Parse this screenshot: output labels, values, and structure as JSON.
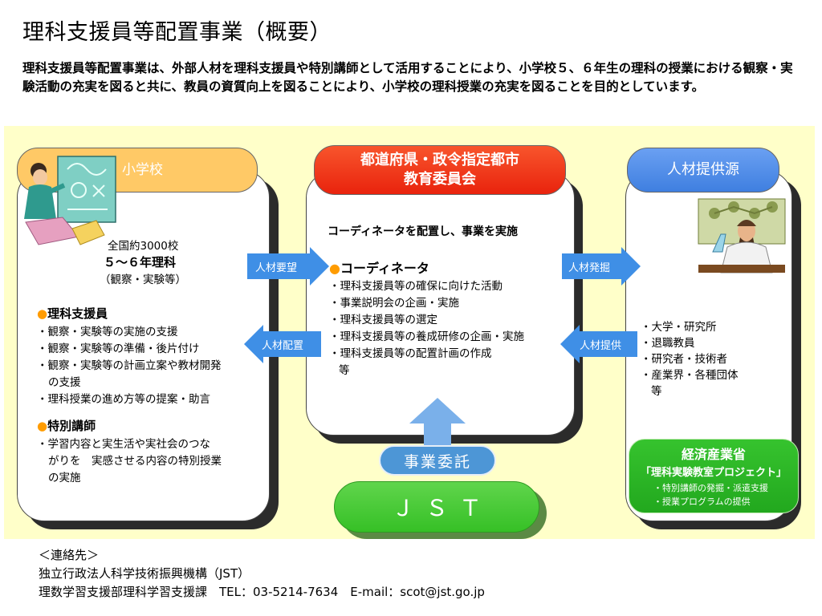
{
  "title": "理科支援員等配置事業（概要）",
  "intro": "理科支援員等配置事業は、外部人材を理科支援員や特別講師として活用することにより、小学校５、６年生の理科の授業における観察・実験活動の充実を図ると共に、教員の資質向上を図ることにより、小学校の理科授業の充実を図ることを目的としています。",
  "school": {
    "header": "小学校",
    "count": "全国約3000校",
    "grade": "５～６年理科",
    "grade_note": "（観察・実験等）",
    "supporter_title": "理科支援員",
    "supporter_items": [
      "・観察・実験等の実施の支援",
      "・観察・実験等の準備・後片付け",
      "・観察・実験等の計画立案や教材開発",
      "の支援",
      "・理科授業の進め方等の提案・助言"
    ],
    "lecturer_title": "特別講師",
    "lecturer_items": [
      "・学習内容と実生活や実社会のつな",
      "がりを　実感させる内容の特別授業",
      "の実施"
    ]
  },
  "board": {
    "header_line1": "都道府県・政令指定都市",
    "header_line2": "教育委員会",
    "lead": "コーディネータを配置し、事業を実施",
    "coord_title": "コーディネータ",
    "coord_items": [
      "・理科支援員等の確保に向けた活動",
      "・事業説明会の企画・実施",
      "・理科支援員等の選定",
      "・理科支援員等の養成研修の企画・実施",
      "・理科支援員等の配置計画の作成",
      "等"
    ]
  },
  "source": {
    "header": "人材提供源",
    "items": [
      "・大学・研究所",
      "・退職教員",
      "・研究者・技術者",
      "・産業界・各種団体",
      "等"
    ]
  },
  "arrows": {
    "request": "人材要望",
    "placement": "人材配置",
    "discovery": "人材発掘",
    "provision": "人材提供"
  },
  "commission": "事業委託",
  "jst": "ＪＳＴ",
  "meti": {
    "name": "経済産業省",
    "project": "「理科実験教室プロジェクト」",
    "items": [
      "・特別講師の発掘・派遣支援",
      "・授業プログラムの提供"
    ]
  },
  "contact": {
    "heading": "＜連絡先＞",
    "org": "独立行政法人科学技術振興機構（JST）",
    "dept_line": "理数学習支援部理科学習支援課　TEL：03-5214-7634　E-mail：scot@jst.go.jp"
  },
  "colors": {
    "panel": "#ffffc9",
    "school_header": "#ffc966",
    "board_header": "#f03a1c",
    "source_header": "#4f8be8",
    "arrow": "#3f8fe6",
    "jst": "#3cc62c",
    "meti": "#2db628",
    "bullet": "#ff9c00"
  },
  "icons": [
    "teacher-clipart-icon",
    "scientist-clipart-icon"
  ]
}
